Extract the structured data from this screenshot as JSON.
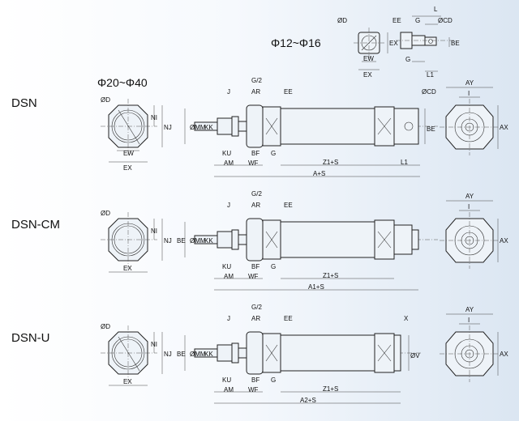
{
  "headings": {
    "small_range": "Φ12~Φ16",
    "large_range": "Φ20~Φ40"
  },
  "rows": [
    {
      "model": "DSN",
      "end_labels": [
        "ØD",
        "EX",
        "EW",
        "NI",
        "NJ"
      ],
      "side_labels": [
        "J",
        "KU",
        "AM",
        "WF",
        "BF",
        "G",
        "AR",
        "G/2",
        "EE",
        "Z1+S",
        "A+S",
        "L1",
        "ØCD",
        "BE",
        "ØMM",
        "KK"
      ],
      "rear_labels": [
        "AY",
        "I",
        "AX"
      ]
    },
    {
      "model": "DSN-CM",
      "end_labels": [
        "ØD",
        "EX",
        "NI",
        "NJ"
      ],
      "side_labels": [
        "J",
        "KU",
        "AM",
        "WF",
        "BF",
        "G",
        "AR",
        "G/2",
        "EE",
        "Z1+S",
        "A1+S",
        "BE",
        "ØMM",
        "KK"
      ],
      "rear_labels": [
        "AY",
        "I",
        "AX"
      ]
    },
    {
      "model": "DSN-U",
      "end_labels": [
        "ØD",
        "EX",
        "NI",
        "NJ"
      ],
      "side_labels": [
        "J",
        "KU",
        "AM",
        "WF",
        "BF",
        "G",
        "AR",
        "G/2",
        "EE",
        "X",
        "Z1+S",
        "A2+S",
        "ØV",
        "BE",
        "ØMM",
        "KK"
      ],
      "rear_labels": [
        "AY",
        "I",
        "AX"
      ]
    }
  ],
  "detail_small": {
    "labels": [
      "ØD",
      "EX",
      "EW",
      "EX",
      "EE",
      "G",
      "L",
      "ØCD",
      "BE",
      "G",
      "L1"
    ]
  }
}
